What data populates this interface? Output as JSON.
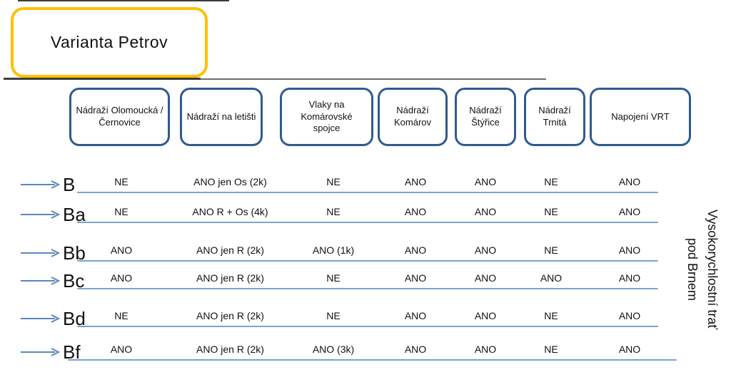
{
  "title_box": {
    "label": "Varianta Petrov"
  },
  "colors": {
    "title_border": "#FFC000",
    "header_border": "#2E5B8F",
    "row_line_blue": "#7AA3D1",
    "arrow_blue": "#5B87BE",
    "text": "#111111"
  },
  "columns": [
    {
      "label": "Nádraží Olomoucká / Černovice"
    },
    {
      "label": "Nádraží na letišti"
    },
    {
      "label": "Vlaky na Komárovské spojce"
    },
    {
      "label": "Nádraží Komárov"
    },
    {
      "label": "Nádraží Štýřice"
    },
    {
      "label": "Nádraží Trnitá"
    },
    {
      "label": "Napojení VRT"
    }
  ],
  "rows": [
    {
      "label": "B",
      "values": [
        "NE",
        "ANO jen Os (2k)",
        "NE",
        "ANO",
        "ANO",
        "NE",
        "ANO"
      ]
    },
    {
      "label": "Ba",
      "values": [
        "NE",
        "ANO R + Os (4k)",
        "NE",
        "ANO",
        "ANO",
        "NE",
        "ANO"
      ]
    },
    {
      "label": "Bb",
      "values": [
        "ANO",
        "ANO jen R (2k)",
        "ANO (1k)",
        "ANO",
        "ANO",
        "NE",
        "ANO"
      ]
    },
    {
      "label": "Bc",
      "values": [
        "ANO",
        "ANO jen R (2k)",
        "NE",
        "ANO",
        "ANO",
        "ANO",
        "ANO"
      ]
    },
    {
      "label": "Bd",
      "values": [
        "NE",
        "ANO jen R (2k)",
        "NE",
        "ANO",
        "ANO",
        "NE",
        "ANO"
      ]
    },
    {
      "label": "Bf",
      "values": [
        "ANO",
        "ANO jen R (2k)",
        "ANO (3k)",
        "ANO",
        "ANO",
        "NE",
        "ANO"
      ]
    }
  ],
  "side_label": {
    "text": "Vysokorychlostní trať pod Brnem",
    "lines": [
      "Vysokorychlostní trať",
      "pod Brnem"
    ]
  }
}
